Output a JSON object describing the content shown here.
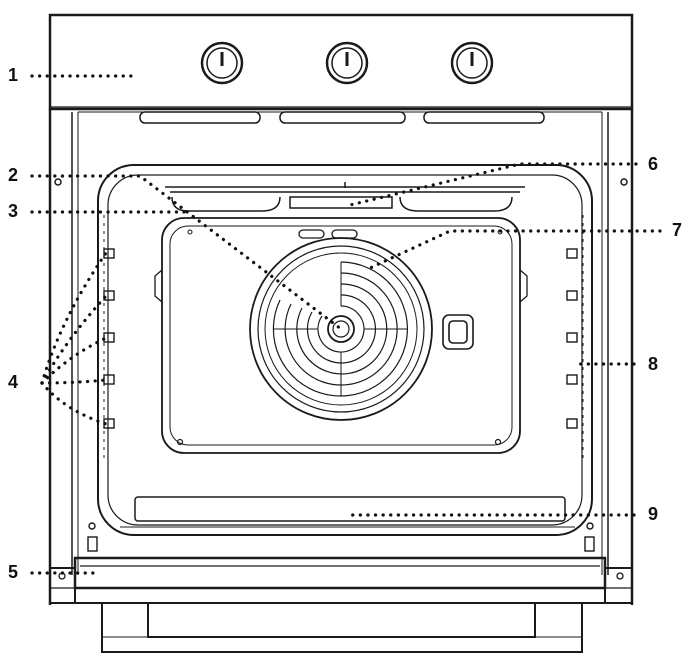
{
  "diagram": {
    "callouts": [
      {
        "id": "1",
        "label": "1"
      },
      {
        "id": "2",
        "label": "2"
      },
      {
        "id": "3",
        "label": "3"
      },
      {
        "id": "4",
        "label": "4"
      },
      {
        "id": "5",
        "label": "5"
      },
      {
        "id": "6",
        "label": "6"
      },
      {
        "id": "7",
        "label": "7"
      },
      {
        "id": "8",
        "label": "8"
      },
      {
        "id": "9",
        "label": "9"
      }
    ],
    "control_knob_count": 3,
    "shelf_runner_levels_per_side": 5,
    "colors": {
      "line": "#1a1a1a",
      "leader": "#111111",
      "background": "#ffffff"
    }
  }
}
